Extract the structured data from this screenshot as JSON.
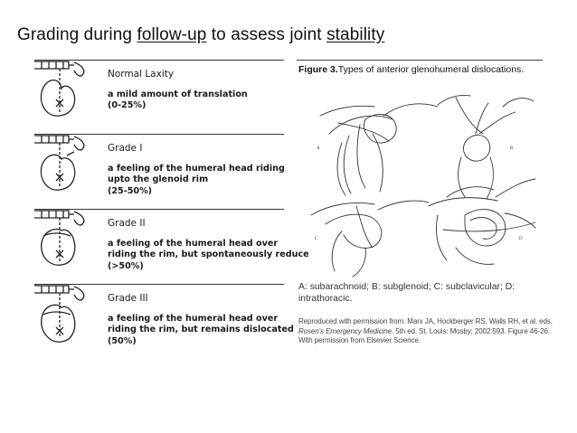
{
  "title": {
    "text_1": "Grading during ",
    "link_1": "follow-up",
    "text_2": " to assess joint ",
    "link_2": "stability"
  },
  "grades": [
    {
      "title": "Normal Laxity",
      "description": "a mild amount of translation\n(0-25%)"
    },
    {
      "title": "Grade I",
      "description": "a feeling of the humeral head riding\nupto the glenoid rim\n(25-50%)"
    },
    {
      "title": "Grade II",
      "description": "a feeling of the humeral head over\nriding the rim, but spontaneously reduce\n(>50%)"
    },
    {
      "title": "Grade III",
      "description": "a feeling of the humeral head over\nriding the rim, but remains dislocated\n(50%)"
    }
  ],
  "figure": {
    "label": "Figure 3.",
    "heading": "Types of anterior glenohumeral dislocations.",
    "panel_labels": [
      "A",
      "B",
      "C",
      "D"
    ],
    "caption": "A: subarachnoid; B: subglenoid; C: subclavicular; D: intrathoracic.",
    "credit_prefix": "Reproduced with permission from: Marx JA, Hockberger RS, Walls RH, et al. eds. ",
    "credit_book": "Rosen's Emergency Medicine",
    "credit_suffix": ". 5th ed. St. Louis: Mosby; 2002:593. Figure 46-26. With permission from Elsevier Science."
  }
}
